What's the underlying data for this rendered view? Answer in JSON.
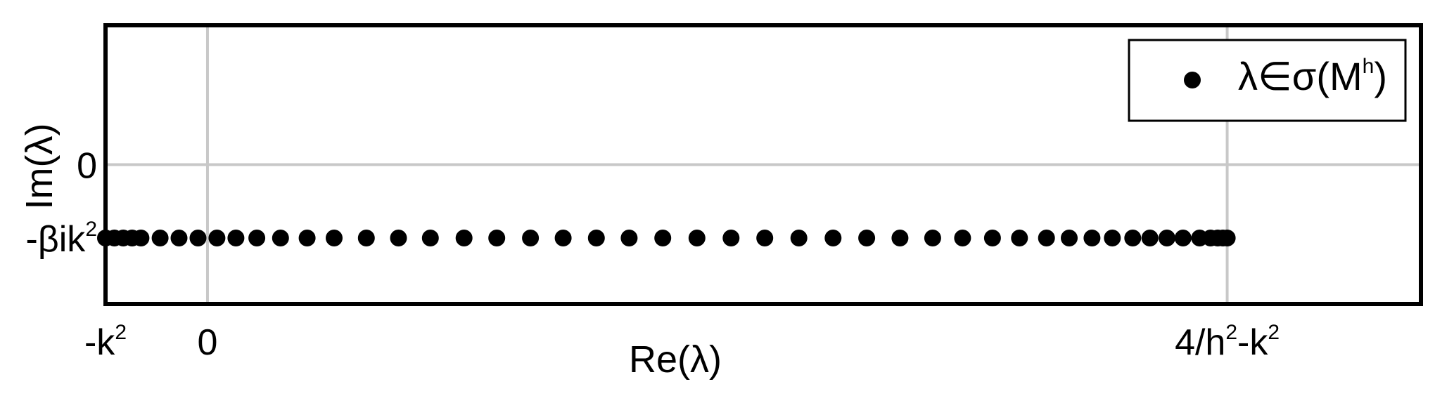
{
  "chart_data": {
    "type": "scatter",
    "xlabel": "Re(λ)",
    "ylabel": "Im(λ)",
    "x_ticks": [
      {
        "value": -0.1,
        "base": "-k",
        "sup": "2",
        "tail": ""
      },
      {
        "value": 0,
        "base": "0",
        "sup": "",
        "tail": ""
      },
      {
        "value": 1,
        "base": "4/h",
        "sup": "2",
        "tail": "-k"
      }
    ],
    "x_tick_tail_sup": "2",
    "y_ticks": [
      {
        "value": 0,
        "base": "0",
        "sup": ""
      },
      {
        "value": -1,
        "base": "-βik",
        "sup": "2"
      }
    ],
    "xlim": [
      -0.1,
      1.19
    ],
    "ylim": [
      -1.9,
      1.9
    ],
    "grid": true,
    "legend": {
      "placement": "top-right",
      "label_base": "λ∈σ(M",
      "label_sup": "h",
      "label_tail": ")"
    },
    "colors": {
      "marker": "#000000",
      "grid": "#c8c8c8",
      "frame": "#000000"
    },
    "series": [
      {
        "y": -1,
        "x": [
          -0.1,
          -0.0913,
          -0.0826,
          -0.0739,
          -0.0652,
          -0.0465,
          -0.0279,
          -0.0093,
          0.0093,
          0.0279,
          0.0484,
          0.0716,
          0.0977,
          0.1242,
          0.1558,
          0.1873,
          0.2186,
          0.2516,
          0.2837,
          0.3167,
          0.3488,
          0.3814,
          0.4135,
          0.4465,
          0.48,
          0.5135,
          0.5465,
          0.58,
          0.6135,
          0.6465,
          0.6791,
          0.7112,
          0.7405,
          0.7698,
          0.7963,
          0.8228,
          0.8451,
          0.8674,
          0.8874,
          0.9074,
          0.9242,
          0.9409,
          0.9567,
          0.973,
          0.9837,
          0.9907,
          0.9958,
          1.0
        ]
      }
    ]
  }
}
